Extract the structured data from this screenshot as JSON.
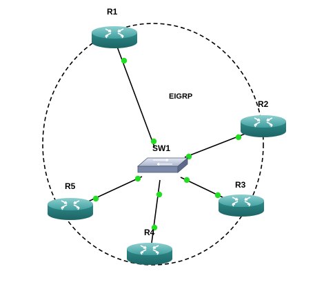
{
  "diagram": {
    "region_label": "EIGRP",
    "port_color": "#22dd22",
    "router_color": "#2e8b8b",
    "switch_color": "#9aa8c8",
    "nodes": [
      {
        "id": "R1",
        "label": "R1",
        "type": "router",
        "icon": "router-icon"
      },
      {
        "id": "R2",
        "label": "R2",
        "type": "router",
        "icon": "router-icon"
      },
      {
        "id": "R3",
        "label": "R3",
        "type": "router",
        "icon": "router-icon"
      },
      {
        "id": "R4",
        "label": "R4",
        "type": "router",
        "icon": "router-icon"
      },
      {
        "id": "R5",
        "label": "R5",
        "type": "router",
        "icon": "router-icon"
      },
      {
        "id": "SW1",
        "label": "SW1",
        "type": "switch",
        "icon": "switch-icon"
      }
    ],
    "links": [
      {
        "from": "SW1",
        "to": "R1"
      },
      {
        "from": "SW1",
        "to": "R2"
      },
      {
        "from": "SW1",
        "to": "R3"
      },
      {
        "from": "SW1",
        "to": "R4"
      },
      {
        "from": "SW1",
        "to": "R5"
      }
    ]
  }
}
